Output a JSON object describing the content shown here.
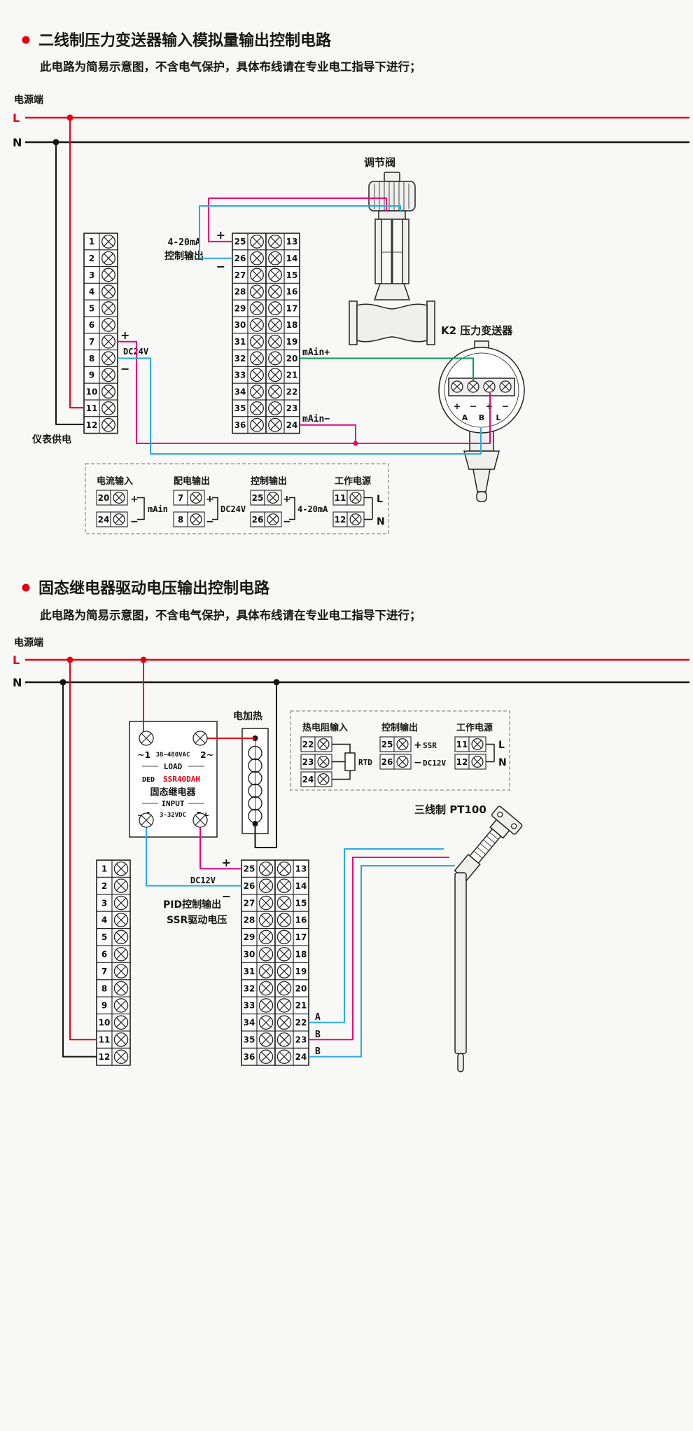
{
  "colors": {
    "live_line_red": "#e60012",
    "wire_magenta": "#e5007d",
    "wire_cyan": "#29abe2",
    "wire_green": "#009e4f",
    "model_red": "#e60012"
  },
  "section1": {
    "title": "二线制压力变送器输入模拟量输出控制电路",
    "subtitle": "此电路为简易示意图，不含电气保护，具体布线请在专业电工指导下进行；",
    "power_label": "电源端",
    "line_l": "L",
    "line_n": "N",
    "output_label_1": "4-20mA",
    "output_label_2": "控制输出",
    "plus": "+",
    "minus": "−",
    "dc24v_plus": "+",
    "dc24v": "DC24V",
    "dc24v_minus": "−",
    "supply_label": "仪表供电",
    "main_plus": "mAin+",
    "main_minus": "mAin−",
    "valve_label": "调节阀",
    "transmitter_label": "K2 压力变送器",
    "transmitter_signs": [
      "+",
      "−",
      "+",
      "−"
    ],
    "transmitter_pins": [
      "A",
      "B",
      "L"
    ],
    "terminals_left": [
      "1",
      "2",
      "3",
      "4",
      "5",
      "6",
      "7",
      "8",
      "9",
      "10",
      "11",
      "12"
    ],
    "terminals_mid": [
      "25",
      "26",
      "27",
      "28",
      "29",
      "30",
      "31",
      "32",
      "33",
      "34",
      "35",
      "36"
    ],
    "terminals_right": [
      "13",
      "14",
      "15",
      "16",
      "17",
      "18",
      "19",
      "20",
      "21",
      "22",
      "23",
      "24"
    ],
    "legend": {
      "groups": [
        {
          "title": "电流输入",
          "cells": [
            "20",
            "24"
          ],
          "signs": [
            "+",
            "−"
          ],
          "label": "mAin"
        },
        {
          "title": "配电输出",
          "cells": [
            "7",
            "8"
          ],
          "signs": [
            "+",
            "−"
          ],
          "label": "DC24V"
        },
        {
          "title": "控制输出",
          "cells": [
            "25",
            "26"
          ],
          "signs": [
            "+",
            "−"
          ],
          "label": "4-20mA"
        },
        {
          "title": "工作电源",
          "cells": [
            "11",
            "12"
          ],
          "signs": [
            "L",
            "N"
          ],
          "label": ""
        }
      ]
    }
  },
  "section2": {
    "title": "固态继电器驱动电压输出控制电路",
    "subtitle": "此电路为简易示意图，不含电气保护，具体布线请在专业电工指导下进行；",
    "power_label": "电源端",
    "line_l": "L",
    "line_n": "N",
    "ssr": {
      "ac_left": "~1",
      "ac_rating": "38~480VAC",
      "ac_right": "2~",
      "load": "LOAD",
      "brand": "DED",
      "model": "SSR40DAH",
      "name": "固态继电器",
      "input": "INPUT",
      "dc_left": "−4",
      "dc_rating": "3-32VDC",
      "dc_right": "3+"
    },
    "heater_label": "电加热",
    "pt100_label": "三线制 PT100",
    "plus": "+",
    "dc12v": "DC12V",
    "minus": "−",
    "pid_label_1": "PID控制输出",
    "pid_label_2": "SSR驱动电压",
    "wire_labels": [
      "A",
      "B",
      "B"
    ],
    "terminals_left": [
      "1",
      "2",
      "3",
      "4",
      "5",
      "6",
      "7",
      "8",
      "9",
      "10",
      "11",
      "12"
    ],
    "terminals_mid": [
      "25",
      "26",
      "27",
      "28",
      "29",
      "30",
      "31",
      "32",
      "33",
      "34",
      "35",
      "36"
    ],
    "terminals_right": [
      "13",
      "14",
      "15",
      "16",
      "17",
      "18",
      "19",
      "20",
      "21",
      "22",
      "23",
      "24"
    ],
    "legend": {
      "groups": [
        {
          "title": "热电阻输入",
          "cells": [
            "22",
            "23",
            "24"
          ],
          "signs": [],
          "label": "RTD"
        },
        {
          "title": "控制输出",
          "cells": [
            "25",
            "26"
          ],
          "signs": [
            "+",
            "−"
          ],
          "labels": [
            "SSR",
            "DC12V"
          ],
          "label": ""
        },
        {
          "title": "工作电源",
          "cells": [
            "11",
            "12"
          ],
          "signs": [
            "L",
            "N"
          ],
          "label": ""
        }
      ]
    }
  }
}
